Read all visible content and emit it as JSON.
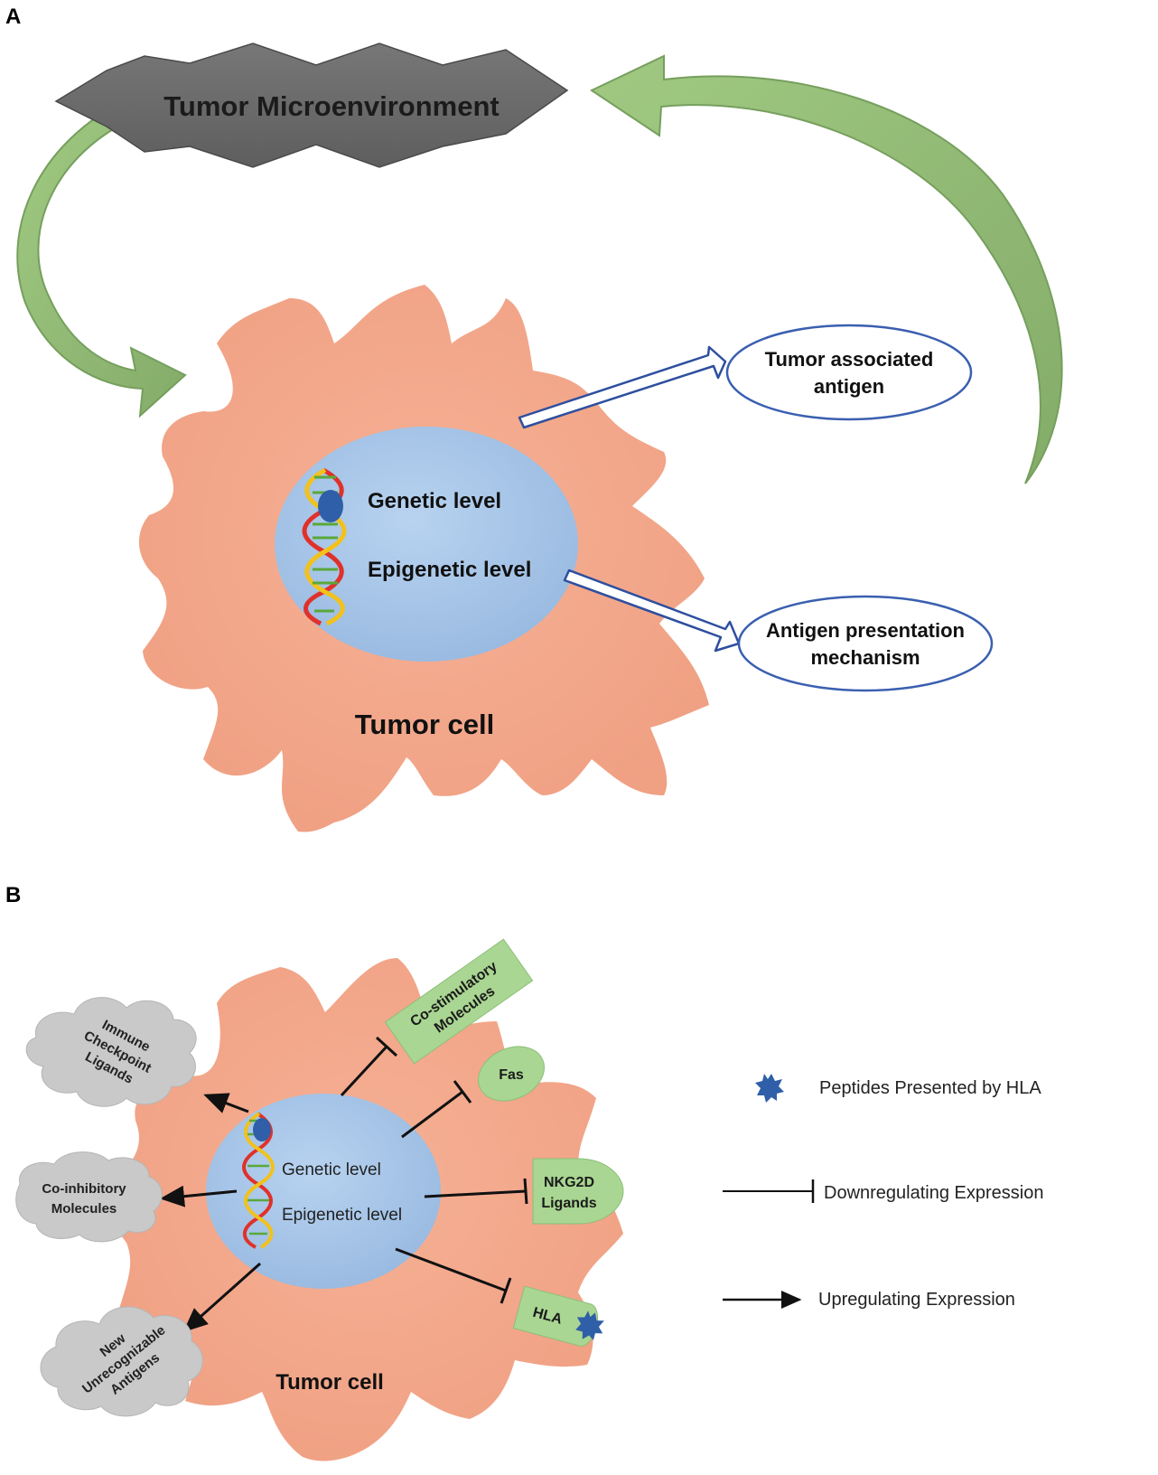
{
  "panel_a": {
    "label": "A",
    "microenvironment": "Tumor Microenvironment",
    "genetic_level": "Genetic level",
    "epigenetic_level": "Epigenetic level",
    "tumor_cell": "Tumor cell",
    "outcome_1": [
      "Tumor associated",
      "antigen"
    ],
    "outcome_2": [
      "Antigen presentation",
      "mechanism"
    ]
  },
  "panel_b": {
    "label": "B",
    "genetic_level": "Genetic level",
    "epigenetic_level": "Epigenetic level",
    "tumor_cell": "Tumor cell",
    "upregulated": {
      "immune_checkpoint": [
        "Immune",
        "Checkpoint",
        "Ligands"
      ],
      "co_inhibitory": [
        "Co-inhibitory",
        "Molecules"
      ],
      "new_antigens": [
        "New",
        "Unrecognizable",
        "Antigens"
      ]
    },
    "downregulated": {
      "co_stimulatory": [
        "Co-stimulatory",
        "Molecules"
      ],
      "fas": "Fas",
      "nkg2d": [
        "NKG2D",
        "Ligands"
      ],
      "hla": "HLA"
    }
  },
  "legend": {
    "peptides": "Peptides Presented by HLA",
    "down": "Downregulating Expression",
    "up": "Upregulating Expression"
  },
  "colors": {
    "cell": "#f4a98c",
    "nucleus": "#a8c6e8",
    "green_arrow": "#8ab86a",
    "green_box": "#a9d692",
    "cloud": "#c9c9c9",
    "banner": "#6e6e6e",
    "hla_star": "#2f5fa8",
    "oval_stroke": "#3a5fb0"
  }
}
